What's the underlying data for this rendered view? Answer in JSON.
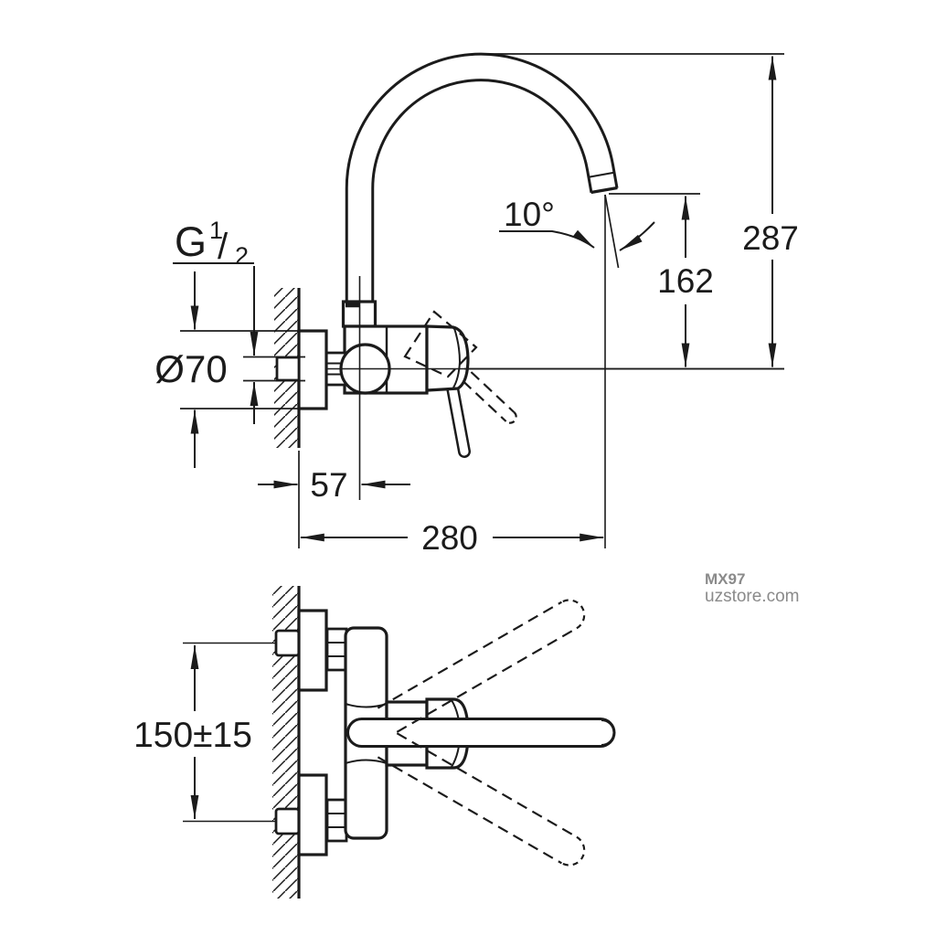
{
  "side_view": {
    "dimensions": {
      "thread": {
        "prefix": "G",
        "numerator": "1",
        "slash": "/",
        "denominator": "2"
      },
      "flange_diameter": "Ø70",
      "spout_angle": "10°",
      "outlet_height": "162",
      "overall_height": "287",
      "wall_to_spout_axis": "57",
      "spout_reach": "280"
    }
  },
  "plan_view": {
    "dimensions": {
      "inlet_center_distance": "150±15"
    }
  },
  "watermark": {
    "code": "MX97",
    "site": "uzstore.com"
  },
  "colors": {
    "line": "#1b1b1b",
    "watermark": "#8a8a8a",
    "background": "#ffffff"
  }
}
